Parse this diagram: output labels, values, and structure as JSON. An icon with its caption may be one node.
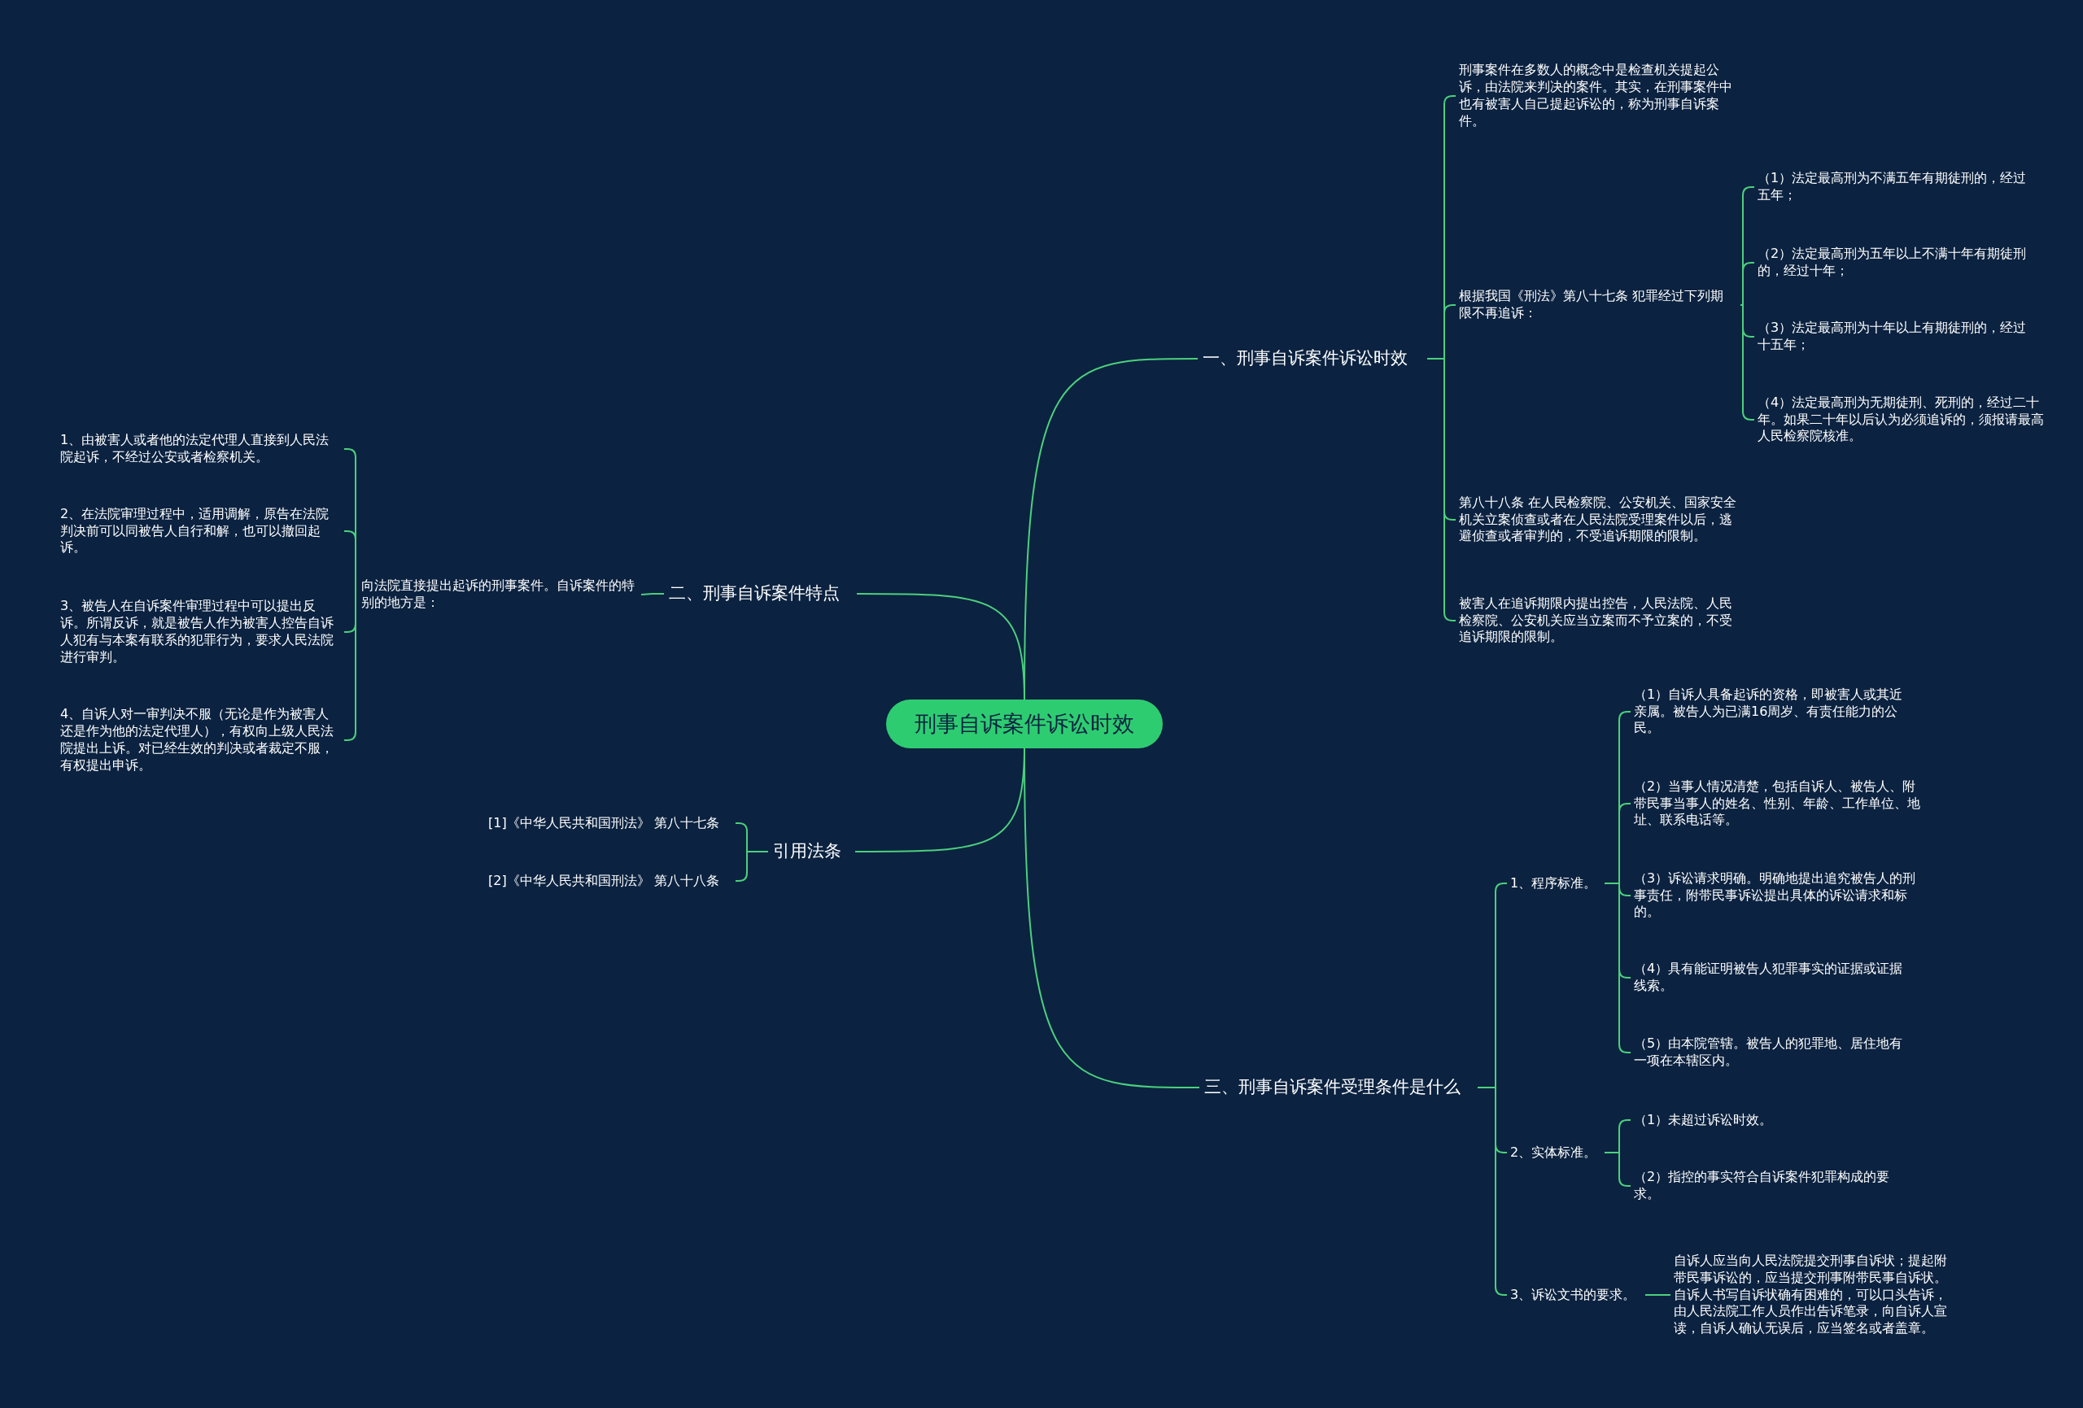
{
  "diagram": {
    "nodes": [
      {
        "text": [
          "刑事自诉案件诉讼时效"
        ]
      },
      {
        "text": [
          "一、刑事自诉案件诉讼时效"
        ]
      },
      {
        "text": [
          "刑事案件在多数人的概念中是检查机关提起公诉，由法院来判决的案件。其实，在刑事案件中也有被害人自己提起诉讼的，称为刑事自诉案件。"
        ]
      },
      {
        "text": [
          "根据我国《刑法》第八十七条 犯罪经过下列期限不再追诉："
        ]
      },
      {
        "text": [
          "（1）法定最高刑为不满五年有期徒刑的，经过五年；"
        ]
      },
      {
        "text": [
          "（2）法定最高刑为五年以上不满十年有期徒刑的，经过十年；"
        ]
      },
      {
        "text": [
          "（3）法定最高刑为十年以上有期徒刑的，经过十五年；"
        ]
      },
      {
        "text": [
          "（4）法定最高刑为无期徒刑、死刑的，经过二十年。如果二十年以后认为必须追诉的，须报请最高人民检察院核准。"
        ]
      },
      {
        "text": [
          "第八十八条 在人民检察院、公安机关、国家安全机关立案侦查或者在人民法院受理案件以后，逃避侦查或者审判的，不受追诉期限的限制。"
        ]
      },
      {
        "text": [
          "被害人在追诉期限内提出控告，人民法院、人民检察院、公安机关应当立案而不予立案的，不受追诉期限的限制。"
        ]
      },
      {
        "text": [
          "二、刑事自诉案件特点"
        ]
      },
      {
        "text": [
          "向法院直接提出起诉的刑事案件。自诉案件的特别的地方是："
        ]
      },
      {
        "text": [
          "1、由被害人或者他的法定代理人直接到人民法院起诉，不经过公安或者检察机关。"
        ]
      },
      {
        "text": [
          "2、在法院审理过程中，适用调解，原告在法院判决前可以同被告人自行和解，也可以撤回起诉。"
        ]
      },
      {
        "text": [
          "3、被告人在自诉案件审理过程中可以提出反诉。所谓反诉，就是被告人作为被害人控告自诉人犯有与本案有联系的犯罪行为，要求人民法院进行审判。"
        ]
      },
      {
        "text": [
          "4、自诉人对一审判决不服（无论是作为被害人还是作为他的法定代理人），有权向上级人民法院提出上诉。对已经生效的判决或者裁定不服，有权提出申诉。"
        ]
      },
      {
        "text": [
          "引用法条"
        ]
      },
      {
        "text": [
          "[1]《中华人民共和国刑法》 第八十七条"
        ]
      },
      {
        "text": [
          "[2]《中华人民共和国刑法》 第八十八条"
        ]
      },
      {
        "text": [
          "三、刑事自诉案件受理条件是什么"
        ]
      },
      {
        "text": [
          "1、程序标准。"
        ]
      },
      {
        "text": [
          "（1）自诉人具备起诉的资格，即被害人或其近亲属。被告人为已满16周岁、有责任能力的公民。"
        ]
      },
      {
        "text": [
          "（2）当事人情况清楚，包括自诉人、被告人、附带民事当事人的姓名、性别、年龄、工作单位、地址、联系电话等。"
        ]
      },
      {
        "text": [
          "（3）诉讼请求明确。明确地提出追究被告人的刑事责任，附带民事诉讼提出具体的诉讼请求和标的。"
        ]
      },
      {
        "text": [
          "（4）具有能证明被告人犯罪事实的证据或证据线索。"
        ]
      },
      {
        "text": [
          "（5）由本院管辖。被告人的犯罪地、居住地有一项在本辖区内。"
        ]
      },
      {
        "text": [
          "2、实体标准。"
        ]
      },
      {
        "text": [
          "（1）未超过诉讼时效。"
        ]
      },
      {
        "text": [
          "（2）指控的事实符合自诉案件犯罪构成的要求。"
        ]
      },
      {
        "text": [
          "3、诉讼文书的要求。"
        ]
      },
      {
        "text": [
          "自诉人应当向人民法院提交刑事自诉状；提起附带民事诉讼的，应当提交刑事附带民事自诉状。自诉人书写自诉状确有困难的，可以口头告诉，由人民法院工作人员作出告诉笔录，向自诉人宣读，自诉人确认无误后，应当签名或者盖章。"
        ]
      }
    ],
    "edges": [
      {
        "from": 0,
        "to": 1,
        "arrow": "none"
      },
      {
        "from": 1,
        "to": 2,
        "arrow": "none"
      },
      {
        "from": 1,
        "to": 3,
        "arrow": "none"
      },
      {
        "from": 3,
        "to": 4,
        "arrow": "none"
      },
      {
        "from": 3,
        "to": 5,
        "arrow": "none"
      },
      {
        "from": 3,
        "to": 6,
        "arrow": "none"
      },
      {
        "from": 3,
        "to": 7,
        "arrow": "none"
      },
      {
        "from": 1,
        "to": 8,
        "arrow": "none"
      },
      {
        "from": 1,
        "to": 9,
        "arrow": "none"
      },
      {
        "from": 0,
        "to": 10,
        "arrow": "none"
      },
      {
        "from": 10,
        "to": 11,
        "arrow": "none"
      },
      {
        "from": 11,
        "to": 12,
        "arrow": "none"
      },
      {
        "from": 11,
        "to": 13,
        "arrow": "none"
      },
      {
        "from": 11,
        "to": 14,
        "arrow": "none"
      },
      {
        "from": 11,
        "to": 15,
        "arrow": "none"
      },
      {
        "from": 0,
        "to": 16,
        "arrow": "none"
      },
      {
        "from": 16,
        "to": 17,
        "arrow": "none"
      },
      {
        "from": 16,
        "to": 18,
        "arrow": "none"
      },
      {
        "from": 0,
        "to": 19,
        "arrow": "none"
      },
      {
        "from": 19,
        "to": 20,
        "arrow": "none"
      },
      {
        "from": 20,
        "to": 21,
        "arrow": "none"
      },
      {
        "from": 20,
        "to": 22,
        "arrow": "none"
      },
      {
        "from": 20,
        "to": 23,
        "arrow": "none"
      },
      {
        "from": 20,
        "to": 24,
        "arrow": "none"
      },
      {
        "from": 20,
        "to": 25,
        "arrow": "none"
      },
      {
        "from": 19,
        "to": 26,
        "arrow": "none"
      },
      {
        "from": 26,
        "to": 27,
        "arrow": "none"
      },
      {
        "from": 26,
        "to": 28,
        "arrow": "none"
      },
      {
        "from": 19,
        "to": 29,
        "arrow": "none"
      },
      {
        "from": 29,
        "to": 30,
        "arrow": "none"
      }
    ]
  }
}
